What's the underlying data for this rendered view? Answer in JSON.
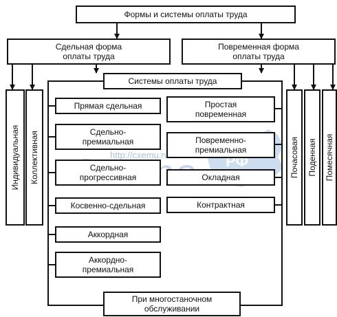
{
  "diagram": {
    "root": "Формы и системы оплаты труда",
    "piecework_form": "Сдельная форма\nоплаты труда",
    "time_form": "Повременная форма\nоплаты труда",
    "systems": "Системы оплаты труда",
    "piecework_kinds": [
      "Индивидуальная",
      "Коллективная"
    ],
    "time_kinds": [
      "Почасовая",
      "Поденная",
      "Помесячная"
    ],
    "piecework_systems": [
      "Прямая сдельная",
      "Сдельно-\nпремиальная",
      "Сдельно-\nпрогрессивная",
      "Косвенно-сдельная",
      "Аккордная",
      "Аккордно-\nпремиальная"
    ],
    "time_systems": [
      "Простая\nповременная",
      "Повременно-\nпремиальная",
      "Окладная",
      "Контрактная"
    ],
    "multi_machine": "При многостаночном\nобслуживании"
  },
  "watermark": {
    "url": "http://cxemu.ru",
    "logo": "Cxemo",
    "badge": "РФ",
    "color": "#5f8fc4"
  }
}
